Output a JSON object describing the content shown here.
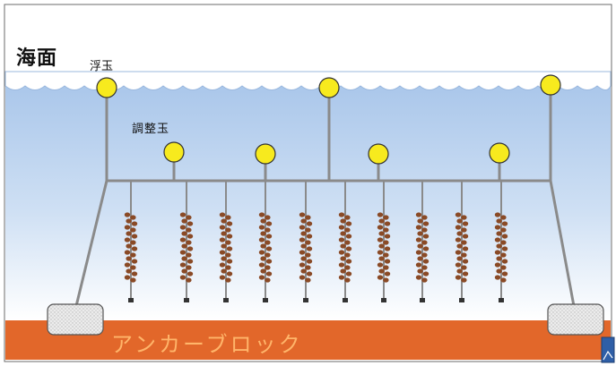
{
  "labels": {
    "sea_surface": "海面",
    "float": "浮玉",
    "adjust_float": "調整玉",
    "anchor_block": "アンカーブロック"
  },
  "colors": {
    "water_top": "#a9c6ea",
    "water_bottom": "#ffffff",
    "seabed": "#e2672a",
    "rope": "#8a8a8a",
    "float_fill": "#f7ea1e",
    "float_stroke": "#333333",
    "oyster": "#8a4a26",
    "anchor_fill": "#e4e4e4"
  },
  "diagram": {
    "main_float_count": 3,
    "adjust_float_count": 4,
    "hanging_line_count": 10,
    "anchor_count": 2
  }
}
